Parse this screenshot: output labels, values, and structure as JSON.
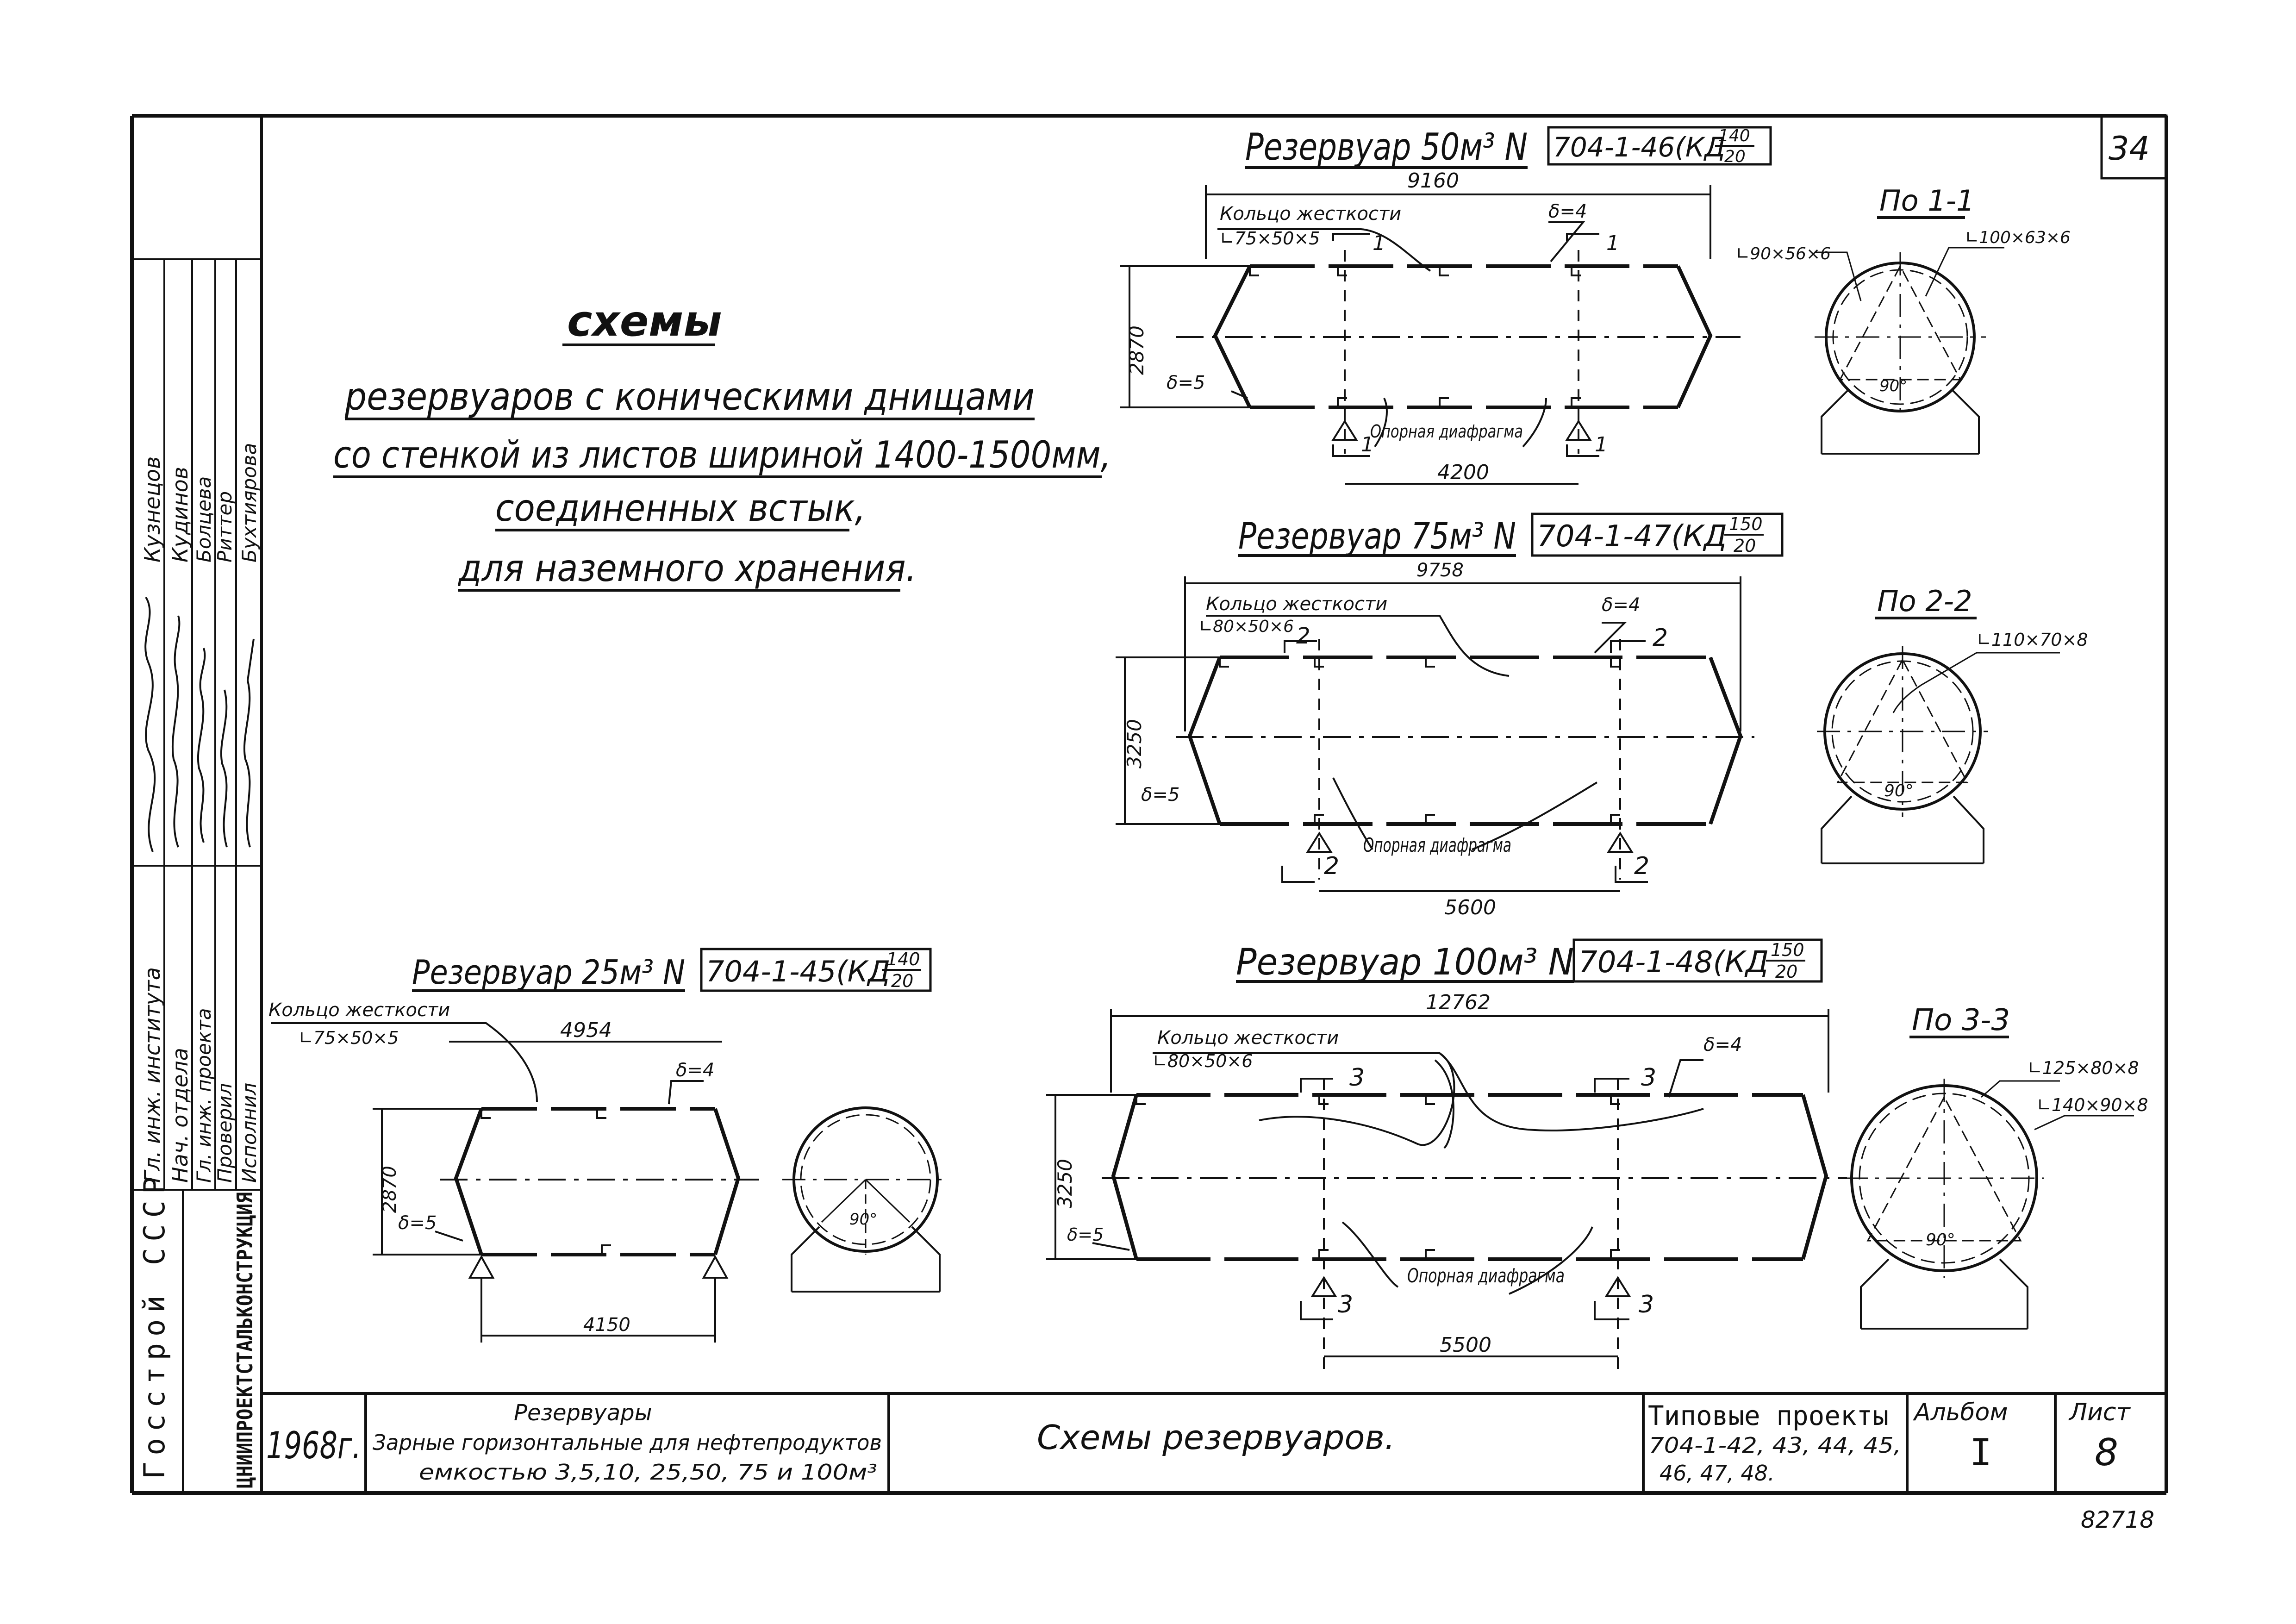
{
  "sheet": {
    "page_number": "34",
    "inventory_number": "82718"
  },
  "main_title": {
    "line1": "схемы",
    "line2": "резервуаров с коническими днищами",
    "line3": "со стенкой из листов шириной 1400-1500мм,",
    "line4": "соединенных встык,",
    "line5": "для наземного хранения."
  },
  "tank_50": {
    "title": "Резервуар 50м³ N",
    "code": "704-1-46(КД",
    "frac_num": "140",
    "frac_den": "20",
    "length": "9160",
    "height": "2870",
    "ring_label": "Кольцо жесткости",
    "ring_profile": "∟75×50×5",
    "shell_thickness": "δ=4",
    "bottom_thickness": "δ=5",
    "support_distance": "4200",
    "diaphragm_label": "Опорная диафрагма",
    "section_mark": "1",
    "section_title": "По 1-1",
    "section_profile_left": "∟90×56×6",
    "section_profile_right": "∟100×63×6",
    "section_angle": "90°"
  },
  "tank_75": {
    "title": "Резервуар 75м³ N",
    "code": "704-1-47(КД",
    "frac_num": "150",
    "frac_den": "20",
    "length": "9758",
    "height": "3250",
    "ring_label": "Кольцо жесткости",
    "ring_profile": "∟80×50×6",
    "shell_thickness": "δ=4",
    "bottom_thickness": "δ=5",
    "support_distance": "5600",
    "diaphragm_label": "Опорная диафрагма",
    "section_mark": "2",
    "section_title": "По 2-2",
    "section_profile_right": "∟110×70×8",
    "section_angle": "90°"
  },
  "tank_25": {
    "title": "Резервуар 25м³ N",
    "code": "704-1-45(КД",
    "frac_num": "140",
    "frac_den": "20",
    "length": "4954",
    "height": "2870",
    "ring_label": "Кольцо жесткости",
    "ring_profile": "∟75×50×5",
    "shell_thickness": "δ=4",
    "bottom_thickness": "δ=5",
    "support_distance": "4150",
    "section_angle": "90°"
  },
  "tank_100": {
    "title": "Резервуар 100м³ N",
    "code": "704-1-48(КД",
    "frac_num": "150",
    "frac_den": "20",
    "length": "12762",
    "height": "3250",
    "ring_label": "Кольцо жесткости",
    "ring_profile": "∟80×50×6",
    "shell_thickness": "δ=4",
    "bottom_thickness": "δ=5",
    "support_distance": "5500",
    "diaphragm_label": "Опорная диафрагма",
    "section_mark": "3",
    "section_title": "По 3-3",
    "section_profile_right": "∟125×80×8",
    "section_profile_right2": "∟140×90×8",
    "section_angle": "90°"
  },
  "stamp_left": {
    "org1": "Госстрой СССР",
    "org2": "ЦНИИПРОЕКТСТАЛЬКОНСТРУКЦИЯ",
    "roles": [
      "Гл. инж. института",
      "Нач. отдела",
      "Гл. инж. проекта",
      "Проверил",
      "Исполнил"
    ],
    "names": [
      "Кузнецов",
      "Кудинов",
      "Болцева",
      "Риттер",
      "Бухтиярова"
    ]
  },
  "title_block": {
    "year": "1968г.",
    "desc_line1": "Резервуары",
    "desc_line2": "Зарные горизонтальные для нефтепродуктов",
    "desc_line3": "емкостью 3,5,10, 25,50, 75 и 100м³",
    "sheet_title": "Схемы резервуаров.",
    "projects_label": "Типовые проекты",
    "projects_line1": "704-1-42, 43, 44, 45,",
    "projects_line2": "46, 47, 48.",
    "album_label": "Альбом",
    "album_value": "I",
    "sheet_label": "Лист",
    "sheet_value": "8"
  }
}
